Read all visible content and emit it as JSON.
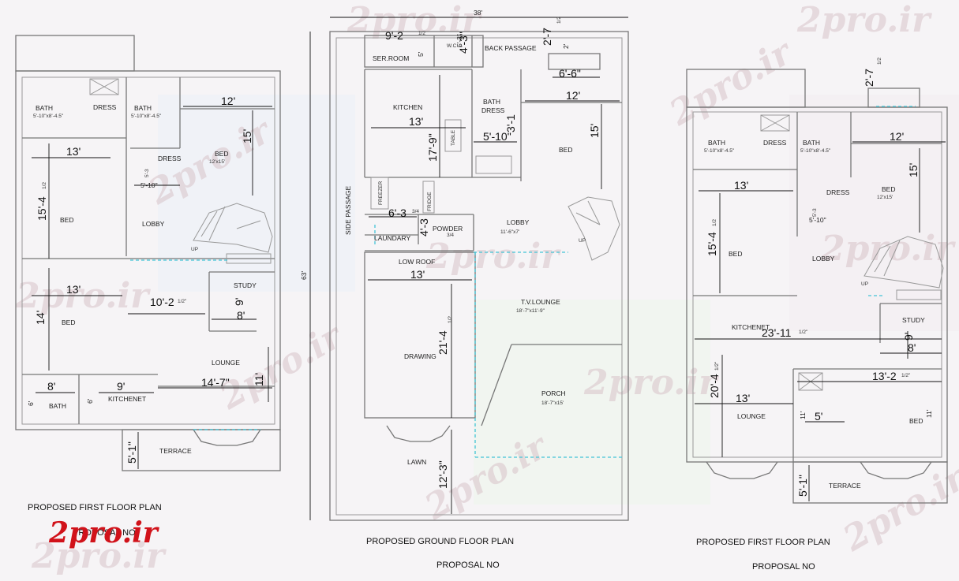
{
  "watermark": "2pro.ir",
  "logo": "2pro.ir",
  "colors": {
    "wall": "#777777",
    "dash": "#43c4d6",
    "logo": "#d1121a",
    "background": "#f6f4f6"
  },
  "left_plan": {
    "title": "PROPOSED FIRST FLOOR PLAN",
    "proposal": "PROPOSAL NO",
    "rooms": {
      "bath1": "BATH",
      "bath1_size": "5'-10\"x8'-4.5\"",
      "dress1": "DRESS",
      "bath2": "BATH",
      "bath2_size": "5'-10\"x8'-4.5\"",
      "dress2": "DRESS",
      "bed1": "BED",
      "bed1_size": "12'x15'",
      "bed2": "BED",
      "lobby": "LOBBY",
      "up": "UP",
      "study": "STUDY",
      "bed3": "BED",
      "lounge": "LOUNGE",
      "bath3": "BATH",
      "kitchenet": "KITCHENET",
      "terrace": "TERRACE"
    },
    "dims": {
      "d12": "12'",
      "d15": "15'",
      "d13a": "13'",
      "d15_4": "15'-4",
      "d15_4f": "1/2",
      "d5_3": "5'-3",
      "d5_10": "5'-10\"",
      "d13b": "13'",
      "d10_2": "10'-2",
      "d10_2f": "1/2\"",
      "d9": "9'",
      "d8": "8'",
      "d14": "14'",
      "d14_7": "14'-7\"",
      "d11": "11'",
      "d8b": "8'",
      "d9b": "9'",
      "d6a": "6'",
      "d6b": "6'",
      "d5_1": "5'-1\""
    }
  },
  "ground_plan": {
    "title": "PROPOSED GROUND FLOOR PLAN",
    "proposal": "PROPOSAL NO",
    "rooms": {
      "ser_room": "SER.ROOM",
      "wc": "W.C",
      "back_passage": "BACK PASSAGE",
      "kitchen": "KITCHEN",
      "table": "TABLE",
      "bath_dress": "BATH\nDRESS",
      "bath": "BATH",
      "dress": "DRESS",
      "bed": "BED",
      "side_passage": "SIDE PASSAGE",
      "freezer": "FREEZER",
      "fridge": "FRIDGE",
      "lobby": "LOBBY",
      "lobby_size": "11'-6\"x7'",
      "laundary": "LAUNDARY",
      "powder": "POWDER",
      "low_roof": "LOW ROOF",
      "up": "UP",
      "tv_lounge": "T.V.LOUNGE",
      "tv_lounge_size": "18'-7\"x11'-9\"",
      "drawing": "DRAWING",
      "porch": "PORCH",
      "porch_size": "18'-7\"x15'",
      "lawn": "LAWN"
    },
    "dims": {
      "width": "38'",
      "height": "63'",
      "d9_2": "9'-2",
      "d9_2f": "1/2",
      "d5": "5'",
      "d5_3": "5'-3\"",
      "d4_3": "4'-3\"",
      "d2_7": "2'-7",
      "d2_7f": "1/2",
      "d2": "2'",
      "d6_6": "6'-6\"",
      "d12": "12'",
      "d13": "13'",
      "d17_9": "17'-9\"",
      "d5_10": "5'-10\"",
      "d3_1": "3'-1",
      "d15": "15'",
      "d6_3": "6'-3",
      "d6_3f": "3/4",
      "d4_3b": "4'-3",
      "d4_3bf": "3/4",
      "d13b": "13'",
      "d21_4": "21'-4",
      "d21_4f": "1/2",
      "d12_3": "12'-3\""
    }
  },
  "right_plan": {
    "title": "PROPOSED FIRST FLOOR PLAN",
    "proposal": "PROPOSAL NO",
    "rooms": {
      "bath1": "BATH",
      "bath1_size": "5'-10\"x8'-4.5\"",
      "dress1": "DRESS",
      "bath2": "BATH",
      "bath2_size": "5'-10\"x8'-4.5\"",
      "dress2": "DRESS",
      "bed1": "BED",
      "bed1_size": "12'x15'",
      "bed2": "BED",
      "lobby": "LOBBY",
      "up": "UP",
      "kitchenet": "KITCHENET",
      "study": "STUDY",
      "lounge": "LOUNGE",
      "bed3": "BED",
      "terrace": "TERRACE"
    },
    "dims": {
      "d2_7": "2'-7",
      "d2_7f": "1/2",
      "d12": "12'",
      "d15": "15'",
      "d13": "13'",
      "d5_3": "5'-3",
      "d5_10": "5'-10\"",
      "d15_4": "15'-4",
      "d15_4f": "1/2",
      "d23_11": "23'-11",
      "d23_11f": "1/2\"",
      "d9": "9'",
      "d8": "8'",
      "d20_4": "20'-4",
      "d20_4f": "1/2\"",
      "d13_2": "13'-2",
      "d13_2f": "1/2\"",
      "d13b": "13'",
      "d11": "11'",
      "d5": "5'",
      "d11b": "11'",
      "d5_1": "5'-1\""
    }
  }
}
